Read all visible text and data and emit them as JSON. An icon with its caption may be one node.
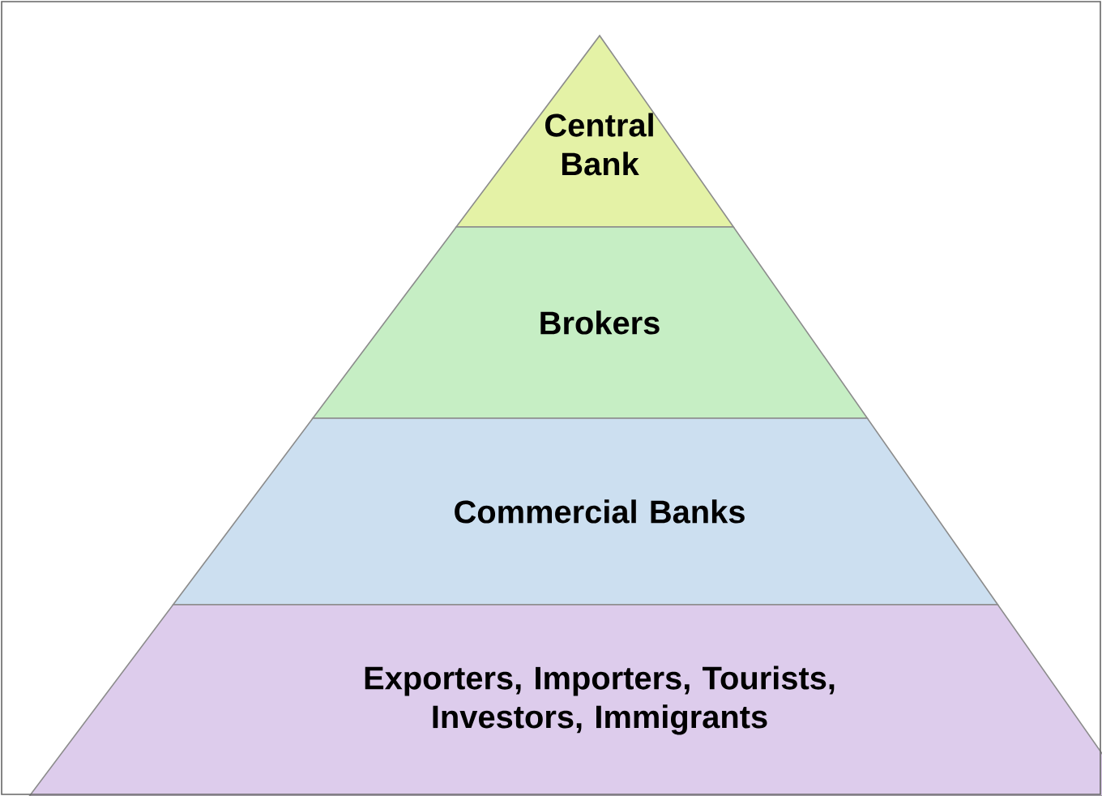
{
  "diagram": {
    "nodes": [
      {
        "text": [
          "Central Bank"
        ]
      },
      {
        "text": [
          "Brokers"
        ]
      },
      {
        "text": [
          "Commercial Banks"
        ]
      },
      {
        "text": [
          "Exporters, Importers, Tourists, Investors, Immigrants"
        ]
      }
    ]
  }
}
